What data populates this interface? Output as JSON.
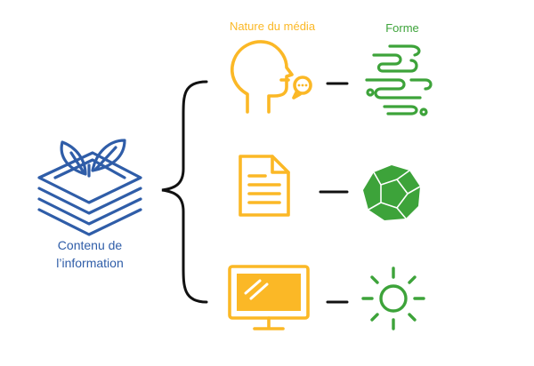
{
  "headers": {
    "nature": "Nature du média",
    "forme": "Forme"
  },
  "source": {
    "line1": "Contenu de",
    "line2": "l’information"
  },
  "colors": {
    "blue": "#2F5DA8",
    "yellow": "#FBB826",
    "green": "#3DA33A",
    "black": "#111111"
  },
  "rows": [
    {
      "media_icon": "speaking-head-icon",
      "form_icon": "squiggle-lines-icon"
    },
    {
      "media_icon": "document-icon",
      "form_icon": "dodecahedron-icon"
    },
    {
      "media_icon": "monitor-icon",
      "form_icon": "sun-rays-icon"
    }
  ],
  "source_icon": "layered-stack-with-leaves-icon"
}
